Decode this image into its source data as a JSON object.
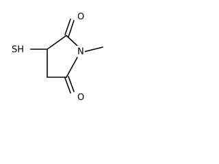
{
  "molecule": {
    "atoms": {
      "oxygen_top": "O",
      "oxygen_bottom": "O",
      "nitrogen": "N",
      "thiol": "SH"
    }
  }
}
